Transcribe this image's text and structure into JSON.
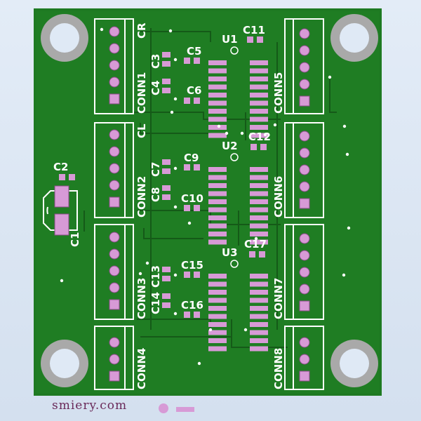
{
  "board": {
    "colors": {
      "substrate": "#1e7a22",
      "copper": "#1c6c1f",
      "trace": "#135516",
      "silk": "#ffffff",
      "pad": "#d79ad6",
      "pad_stroke": "#8c4b8a",
      "hole_ring": "#a9a9a9",
      "hole": "#dfe9f5"
    }
  },
  "labels": {
    "cr": "CR",
    "cl": "CL",
    "u1": "U1",
    "u2": "U2",
    "u3": "U3",
    "c1": "C1",
    "c2": "C2",
    "c3": "C3",
    "c4": "C4",
    "c5": "C5",
    "c6": "C6",
    "c7": "C7",
    "c8": "C8",
    "c9": "C9",
    "c10": "C10",
    "c11": "C11",
    "c12": "C12",
    "c13": "C13",
    "c14": "C14",
    "c15": "C15",
    "c16": "C16",
    "c17": "C17",
    "conn1": "CONN1",
    "conn2": "CONN2",
    "conn3": "CONN3",
    "conn4": "CONN4",
    "conn5": "CONN5",
    "conn6": "CONN6",
    "conn7": "CONN7",
    "conn8": "CONN8"
  },
  "footer": {
    "brand": "smiery.com"
  }
}
